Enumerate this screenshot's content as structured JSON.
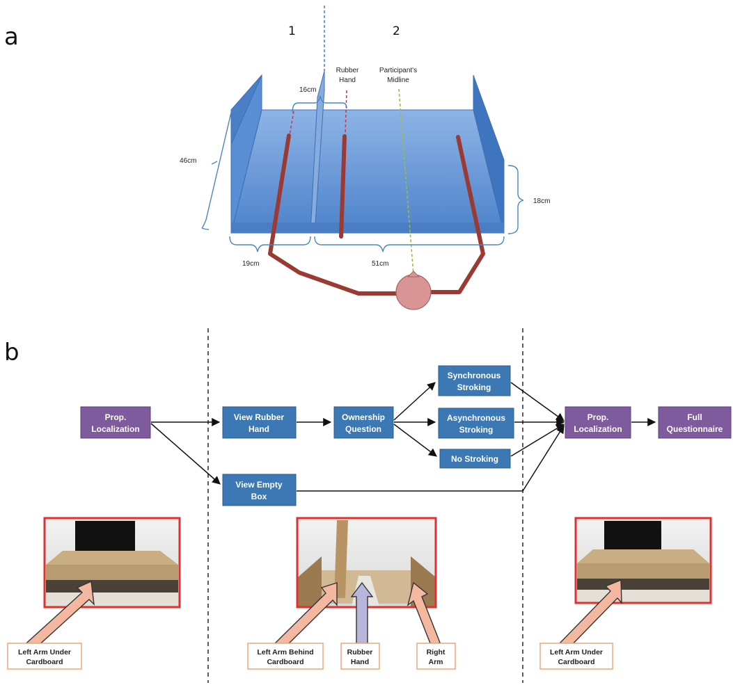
{
  "panel_a": {
    "label": "a",
    "column_labels": [
      "1",
      "2"
    ],
    "dimensions": {
      "depth": "46cm",
      "gap": "16cm",
      "height": "18cm",
      "left_width": "19cm",
      "right_width": "51cm"
    },
    "annotations": {
      "rubber_hand": [
        "Rubber",
        "Hand"
      ],
      "midline": [
        "Participant's",
        "Midline"
      ]
    },
    "colors": {
      "box_fill": "#5b8fd4",
      "arm": "#9b3a33",
      "head": "#d99595",
      "midline": "#9bbf3a",
      "rubber_hand_line": "#c0394a",
      "divider_line": "#4a86c5"
    }
  },
  "panel_b": {
    "label": "b",
    "nodes": {
      "prop_localization_1": [
        "Prop.",
        "Localization"
      ],
      "view_rubber_hand": [
        "View Rubber",
        "Hand"
      ],
      "ownership_question": [
        "Ownership",
        "Question"
      ],
      "synchronous_stroking": [
        "Synchronous",
        "Stroking"
      ],
      "asynchronous_stroking": [
        "Asynchronous",
        "Stroking"
      ],
      "no_stroking": [
        "No Stroking"
      ],
      "view_empty_box": [
        "View Empty",
        "Box"
      ],
      "prop_localization_2": [
        "Prop.",
        "Localization"
      ],
      "full_questionnaire": [
        "Full",
        "Questionnaire"
      ]
    },
    "callouts": {
      "left_arm_under_1": [
        "Left Arm Under",
        "Cardboard"
      ],
      "left_arm_behind": [
        "Left Arm Behind",
        "Cardboard"
      ],
      "rubber_hand": [
        "Rubber",
        "Hand"
      ],
      "right_arm": [
        "Right",
        "Arm"
      ],
      "left_arm_under_2": [
        "Left Arm Under",
        "Cardboard"
      ]
    },
    "colors": {
      "purple_node": "#7e5b9c",
      "blue_node": "#3c78b4",
      "photo_border": "#e03030",
      "callout_border": "#f0a070",
      "arrow_salmon": "#f4b8a0",
      "arrow_lavender": "#b9b6dc"
    }
  }
}
